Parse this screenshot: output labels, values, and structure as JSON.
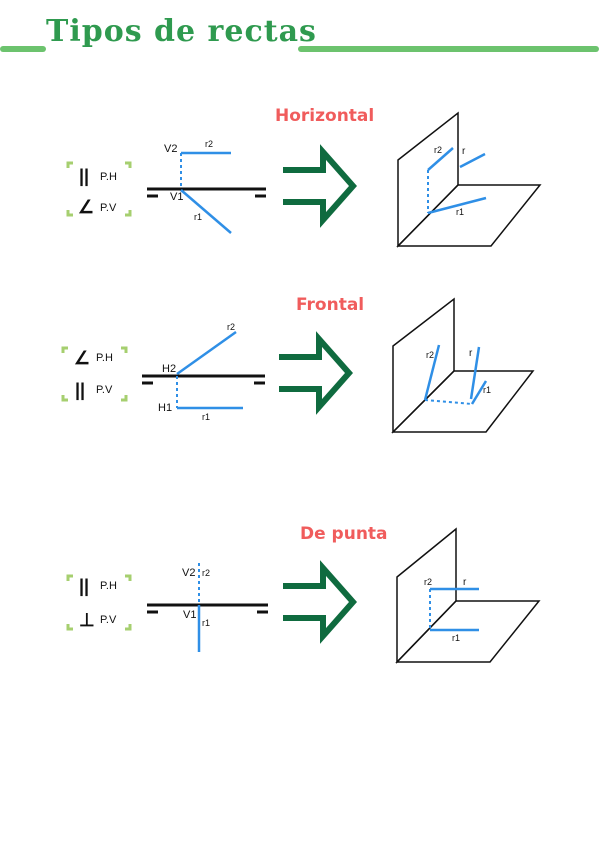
{
  "title": "Tipos de rectas",
  "sections": [
    {
      "name": "Horizontal",
      "conditions": [
        {
          "symbol": "||",
          "plane": "P.H"
        },
        {
          "symbol": "∠",
          "plane": "P.V"
        }
      ],
      "labels": {
        "v2": "V2",
        "v1": "V1",
        "r2": "r2",
        "r1": "r1",
        "r": "r"
      }
    },
    {
      "name": "Frontal",
      "conditions": [
        {
          "symbol": "∠",
          "plane": "P.H"
        },
        {
          "symbol": "||",
          "plane": "P.V"
        }
      ],
      "labels": {
        "h2": "H2",
        "h1": "H1",
        "r2": "r2",
        "r1": "r1",
        "r": "r"
      }
    },
    {
      "name": "De punta",
      "conditions": [
        {
          "symbol": "||",
          "plane": "P.H"
        },
        {
          "symbol": "⊥",
          "plane": "P.V"
        }
      ],
      "labels": {
        "v2": "V2",
        "v1": "V1",
        "r2": "r2",
        "r1": "r1",
        "r": "r"
      }
    }
  ],
  "colors": {
    "title": "#2f9a4f",
    "bar": "#6cc36e",
    "section_title": "#f05c5c",
    "line_blue": "#2f8fe6",
    "arrow": "#0f6b3f",
    "bracket": "#a6cf6f"
  }
}
